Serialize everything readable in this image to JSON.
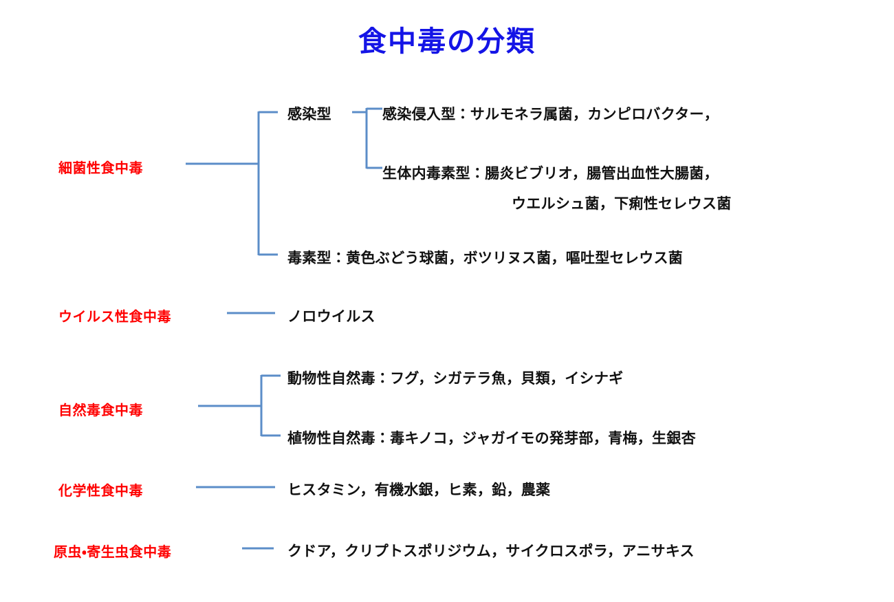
{
  "title": "食中毒の分類",
  "colors": {
    "title": "#1414E6",
    "category_label": "#FF0000",
    "connector": "#5B8DC8",
    "body_text": "#111111",
    "background": "#FFFFFF"
  },
  "categories": [
    {
      "id": "bacterial",
      "label": "細菌性食中毒",
      "children": [
        {
          "id": "infection-type",
          "label": "感染型",
          "children": [
            {
              "id": "invasive",
              "label": "感染侵入型：サルモネラ属菌，カンピロバクター，",
              "continuation": ""
            },
            {
              "id": "in-vivo-toxin",
              "label": "生体内毒素型：腸炎ビブリオ，腸管出血性大腸菌，",
              "continuation": "ウエルシュ菌，下痢性セレウス菌"
            }
          ]
        },
        {
          "id": "toxin-type",
          "label": "毒素型：黄色ぶどう球菌，ボツリヌス菌，嘔吐型セレウス菌",
          "children": []
        }
      ]
    },
    {
      "id": "viral",
      "label": "ウイルス性食中毒",
      "children": [
        {
          "id": "norovirus",
          "label": "ノロウイルス",
          "children": []
        }
      ]
    },
    {
      "id": "natural-toxin",
      "label": "自然毒食中毒",
      "children": [
        {
          "id": "animal-natural-toxin",
          "label": "動物性自然毒：フグ，シガテラ魚，貝類，イシナギ",
          "children": []
        },
        {
          "id": "plant-natural-toxin",
          "label": "植物性自然毒：毒キノコ，ジャガイモの発芽部，青梅，生銀杏",
          "children": []
        }
      ]
    },
    {
      "id": "chemical",
      "label": "化学性食中毒",
      "children": [
        {
          "id": "chemical-items",
          "label": "ヒスタミン，有機水銀，ヒ素，鉛，農薬",
          "children": []
        }
      ]
    },
    {
      "id": "protozoa-parasite",
      "label": "原虫・寄生虫食中毒",
      "children": [
        {
          "id": "parasite-items",
          "label": "クドア，クリプトスポリジウム，サイクロスポラ，アニサキス",
          "children": []
        }
      ]
    }
  ]
}
